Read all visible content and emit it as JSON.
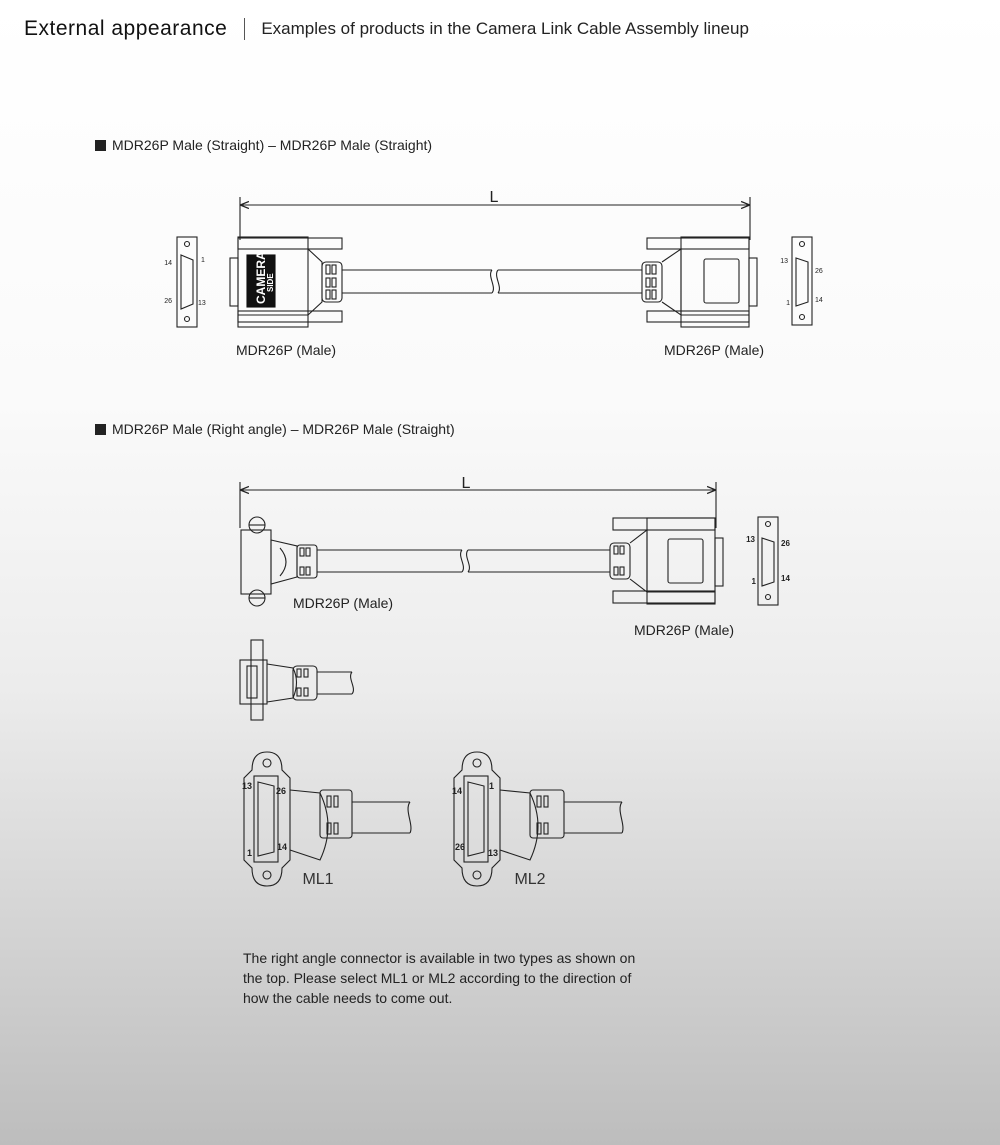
{
  "header": {
    "title": "External appearance",
    "subtitle": "Examples of products in the Camera Link Cable Assembly lineup"
  },
  "section1": {
    "heading": "MDR26P Male (Straight) – MDR26P Male (Straight)",
    "length_label": "L",
    "left_connector_label": "MDR26P (Male)",
    "right_connector_label": "MDR26P (Male)",
    "camera_text": "CAMERA",
    "side_text": "SIDE",
    "left_pins": {
      "top_left": "14",
      "top_right": "1",
      "bottom_left": "26",
      "bottom_right": "13"
    },
    "right_pins": {
      "top_left": "13",
      "top_right": "26",
      "bottom_left": "1",
      "bottom_right": "14"
    }
  },
  "section2": {
    "heading": "MDR26P Male (Right angle) – MDR26P Male (Straight)",
    "length_label": "L",
    "left_connector_label": "MDR26P (Male)",
    "right_connector_label": "MDR26P (Male)",
    "right_pins": {
      "top_left": "13",
      "top_right": "26",
      "bottom_left": "1",
      "bottom_right": "14"
    },
    "ml1": {
      "label": "ML1",
      "pins": {
        "top_left": "13",
        "top_right": "26",
        "bottom_left": "1",
        "bottom_right": "14"
      }
    },
    "ml2": {
      "label": "ML2",
      "pins": {
        "top_left": "14",
        "top_right": "1",
        "bottom_left": "26",
        "bottom_right": "13"
      }
    }
  },
  "note": "The right angle connector is available in two types as shown on the top.  Please select ML1 or ML2 according to the direction of how the cable needs to come out."
}
